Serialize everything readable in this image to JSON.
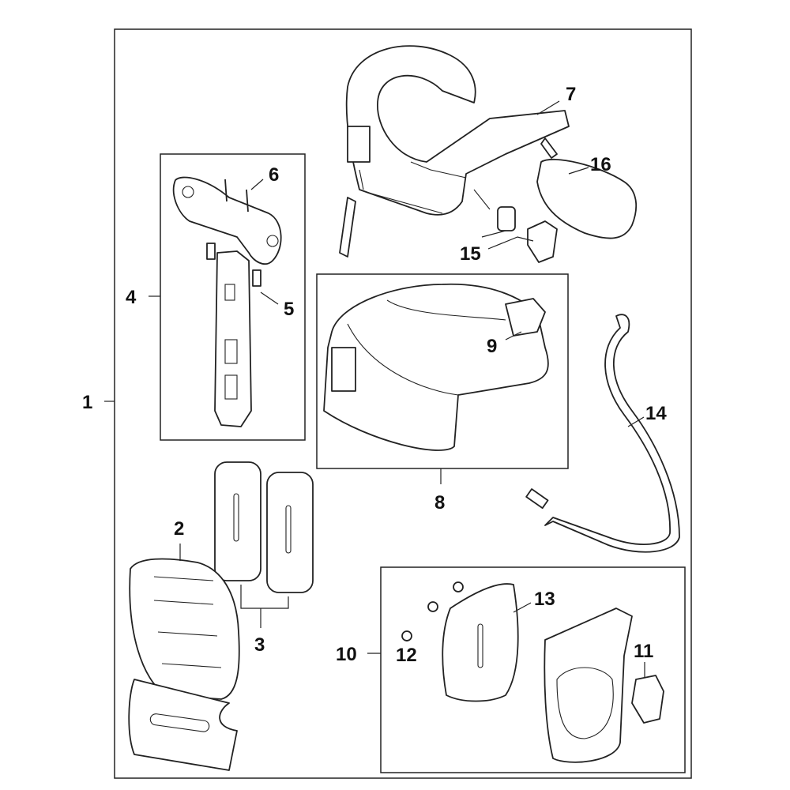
{
  "diagram": {
    "type": "exploded parts diagram",
    "callouts": [
      "1",
      "2",
      "3",
      "4",
      "5",
      "6",
      "7",
      "8",
      "9",
      "10",
      "11",
      "12",
      "13",
      "14",
      "15",
      "16"
    ],
    "colors": {
      "line": "#222222",
      "background": "#ffffff"
    }
  }
}
